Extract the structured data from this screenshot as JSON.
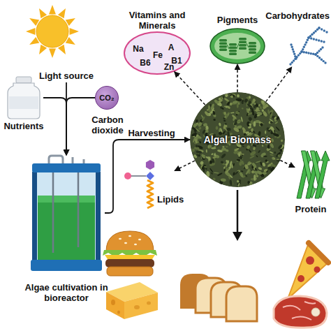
{
  "diagram": {
    "nodes": [
      {
        "text": [
          "Light source"
        ]
      },
      {
        "text": [
          "Nutrients"
        ]
      },
      {
        "text": [
          "CO₂",
          "Carbon dioxide"
        ]
      },
      {
        "text": [
          "Algae cultivation in bioreactor"
        ]
      },
      {
        "text": [
          "Vitamins and Minerals",
          "Na",
          "A",
          "Fe",
          "B1",
          "B6",
          "Zn"
        ]
      },
      {
        "text": [
          "Pigments"
        ]
      },
      {
        "text": [
          "Carbohydrates"
        ]
      },
      {
        "text": [
          "Algal Biomass"
        ]
      },
      {
        "text": [
          "Lipids"
        ]
      },
      {
        "text": [
          "Protein"
        ]
      }
    ],
    "edges": [
      {
        "from": 0,
        "to": 3,
        "arrow": "to"
      },
      {
        "from": 1,
        "to": 3,
        "arrow": "to"
      },
      {
        "from": 2,
        "to": 3,
        "arrow": "to"
      },
      {
        "from": 3,
        "to": 7,
        "label": "Harvesting",
        "arrow": "to"
      },
      {
        "from": 7,
        "to": 4,
        "arrow": "to"
      },
      {
        "from": 7,
        "to": 5,
        "arrow": "to"
      },
      {
        "from": 7,
        "to": 6,
        "arrow": "to"
      },
      {
        "from": 7,
        "to": 8,
        "arrow": "to"
      },
      {
        "from": 7,
        "to": 9,
        "arrow": "to"
      }
    ]
  }
}
